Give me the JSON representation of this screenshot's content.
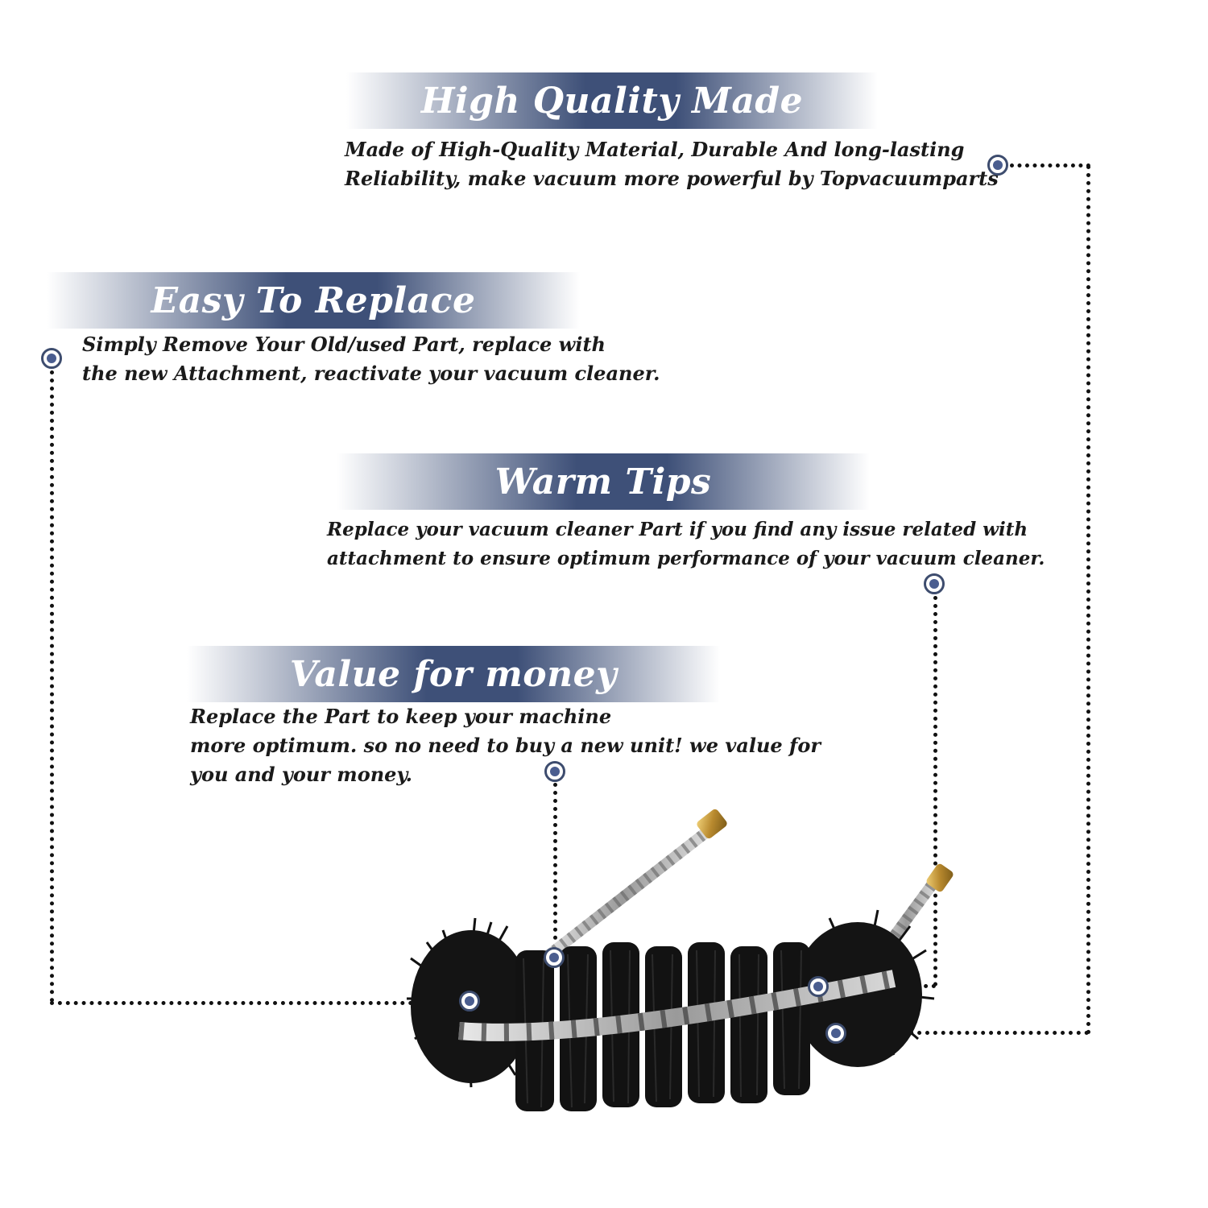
{
  "colors": {
    "banner_mid": "#3e5078",
    "banner_edge": "#ffffff",
    "marker_fill": "#4a5d8f",
    "line": "#111111",
    "text": "#1a1a1a"
  },
  "sections": [
    {
      "id": "high-quality-made",
      "title": "High Quality Made",
      "lines": [
        "Made of  High-Quality Material, Durable And long-lasting",
        "Reliability, make vacuum more powerful by Topvacuumparts"
      ]
    },
    {
      "id": "easy-to-replace",
      "title": "Easy To Replace",
      "lines": [
        "Simply Remove Your Old/used Part, replace with",
        "the new Attachment, reactivate your vacuum cleaner."
      ]
    },
    {
      "id": "warm-tips",
      "title": "Warm Tips",
      "lines": [
        "Replace your vacuum cleaner Part if you find any issue related with",
        " attachment to ensure optimum performance of your vacuum cleaner."
      ]
    },
    {
      "id": "value-for-money",
      "title": "Value for money",
      "lines": [
        "Replace the Part to keep your machine",
        "more optimum. so no need to buy a new unit! we value for",
        "you and your money."
      ]
    }
  ],
  "product": {
    "icon": "roller-brush-image"
  }
}
